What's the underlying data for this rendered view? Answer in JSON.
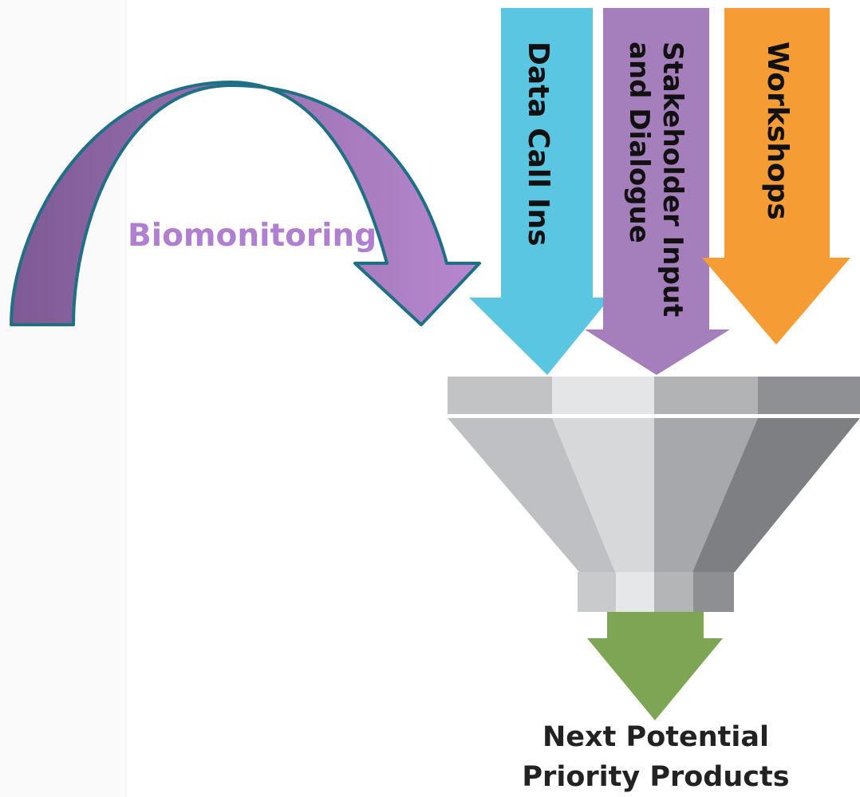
{
  "labels": {
    "biomonitoring": "Biomonitoring",
    "data_call_ins": "Data Call Ins",
    "stakeholder_line1": "Stakeholder Input",
    "stakeholder_line2": "and Dialogue",
    "workshops": "Workshops",
    "output_line1": "Next Potential",
    "output_line2": "Priority Products"
  },
  "colors": {
    "biomonitoring_arrow": "#a77cc0",
    "biomonitoring_outline": "#1f6f86",
    "biomonitoring_text": "#b07fcf",
    "data_call_arrow": "#5bc6e2",
    "stakeholder_arrow": "#a47fbc",
    "workshops_arrow": "#f59c35",
    "funnel_gray": "#b8b9bb",
    "output_arrow": "#7ea553",
    "text_dark": "#222222"
  }
}
